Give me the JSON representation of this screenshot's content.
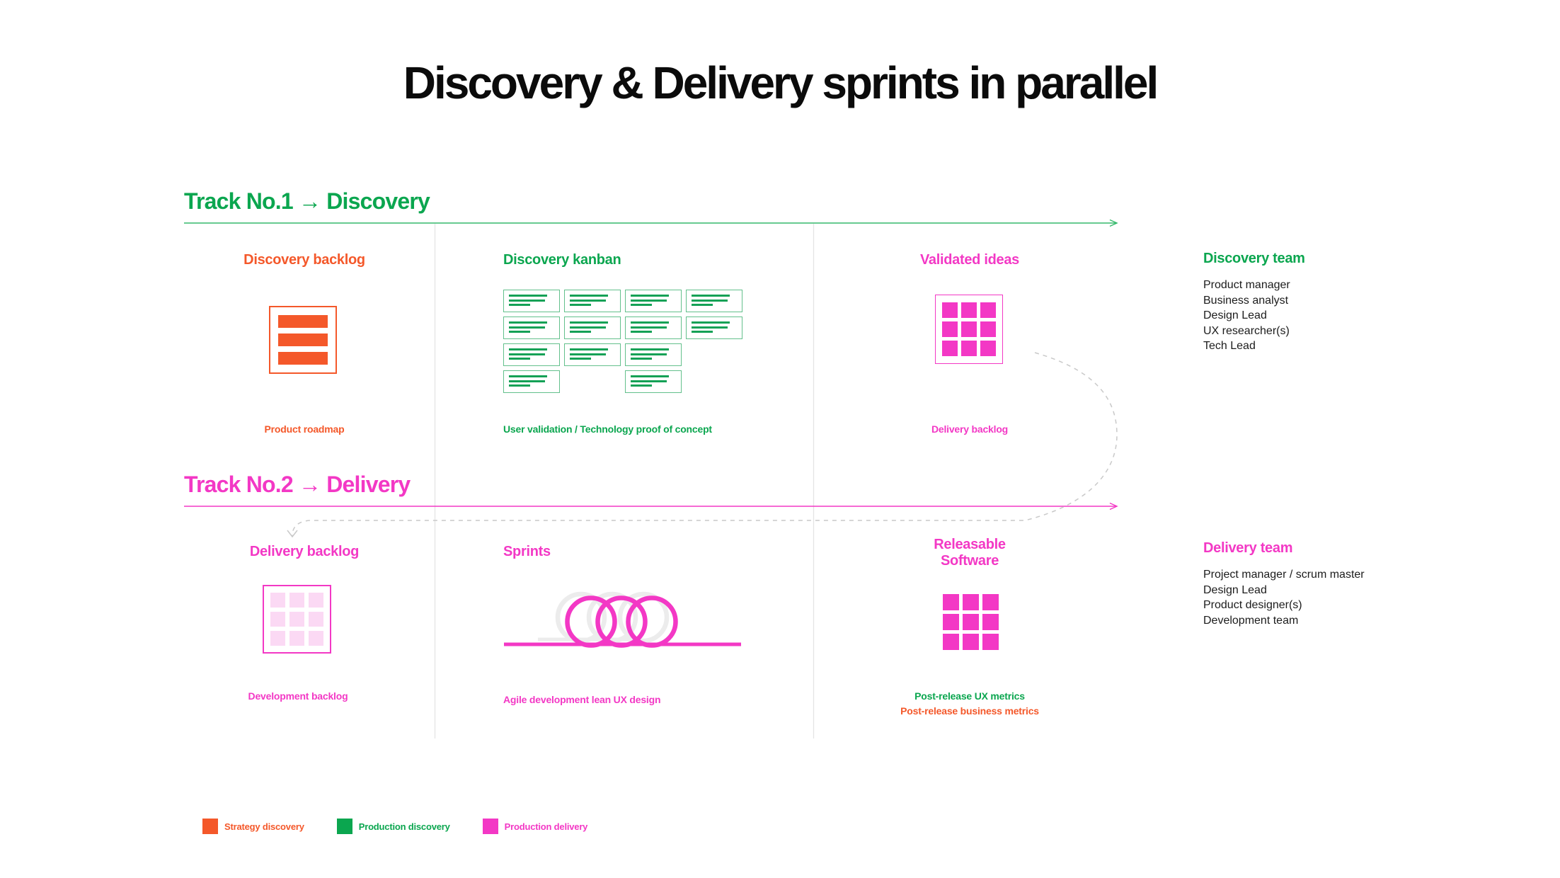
{
  "title": "Discovery & Delivery sprints in parallel",
  "colors": {
    "green": "#0ba64f",
    "green_line": "#35b96b",
    "green_soft": "#63c08c",
    "green_bar": "#14a156",
    "orange": "#f4582a",
    "magenta": "#f338c5",
    "pink_light": "#fbd9f4",
    "dash": "#c9c9c9",
    "divider": "#e4e4e4"
  },
  "track1": {
    "heading": "Track No.1 → Discovery"
  },
  "track2": {
    "heading": "Track No.2 → Delivery"
  },
  "cols": {
    "discovery_backlog": {
      "title": "Discovery backlog",
      "caption": "Product roadmap"
    },
    "discovery_kanban": {
      "title": "Discovery kanban",
      "caption": "User validation / Technology proof of concept"
    },
    "validated_ideas": {
      "title": "Validated ideas",
      "caption": "Delivery backlog"
    },
    "delivery_backlog": {
      "title": "Delivery backlog",
      "caption": "Development backlog"
    },
    "sprints": {
      "title": "Sprints",
      "caption": "Agile development lean UX design"
    },
    "releasable": {
      "title_line1": "Releasable",
      "title_line2": "Software",
      "caption_ux": "Post-release UX metrics",
      "caption_business": "Post-release business metrics"
    }
  },
  "kanban": {
    "pattern": [
      [
        1,
        1,
        1,
        1
      ],
      [
        1,
        1,
        1,
        1
      ],
      [
        1,
        1,
        1,
        0
      ],
      [
        1,
        0,
        1,
        0
      ]
    ]
  },
  "teams": {
    "discovery": {
      "heading": "Discovery team",
      "members": [
        "Product manager",
        "Business analyst",
        "Design Lead",
        "UX researcher(s)",
        "Tech Lead"
      ]
    },
    "delivery": {
      "heading": "Delivery team",
      "members": [
        "Project manager / scrum master",
        "Design Lead",
        "Product designer(s)",
        "Development team"
      ]
    }
  },
  "legend": [
    {
      "label": "Strategy discovery",
      "color": "#f4582a"
    },
    {
      "label": "Production discovery",
      "color": "#0ba64f"
    },
    {
      "label": "Production delivery",
      "color": "#f338c5"
    }
  ]
}
